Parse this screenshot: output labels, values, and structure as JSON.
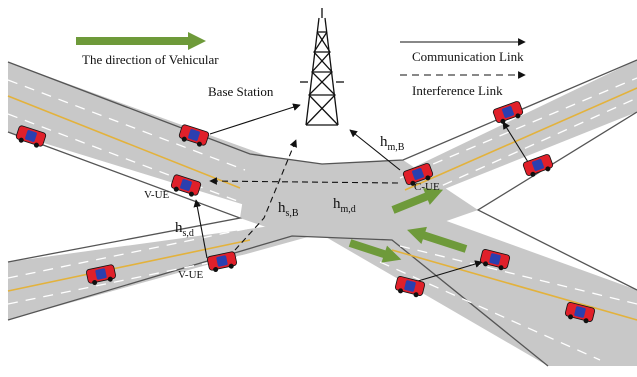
{
  "legend": {
    "direction_label": "The direction of Vehicular",
    "communication_label": "Communication  Link",
    "interference_label": "Interference  Link"
  },
  "labels": {
    "base_station": "Base Station",
    "v_ue_upper": "V-UE",
    "v_ue_lower": "V-UE",
    "c_ue": "C-UE",
    "h_mb_main": "h",
    "h_mb_sub": "m,B",
    "h_sb_main": "h",
    "h_sb_sub": "s,B",
    "h_md_main": "h",
    "h_md_sub": "m,d",
    "h_sd_main": "h",
    "h_sd_sub": "s,d"
  },
  "colors": {
    "road": "#c8c8c8",
    "road_edge": "#555555",
    "lane_dash": "#ffffff",
    "center_line": "#e3b23c",
    "arrow_green": "#6e9a3a",
    "car_body": "#e0202a",
    "car_roof": "#2a3fb0",
    "link": "#111111"
  },
  "icons": {
    "tower": "cell-tower-icon",
    "car": "car-icon",
    "direction_arrow": "green-arrow-icon"
  }
}
